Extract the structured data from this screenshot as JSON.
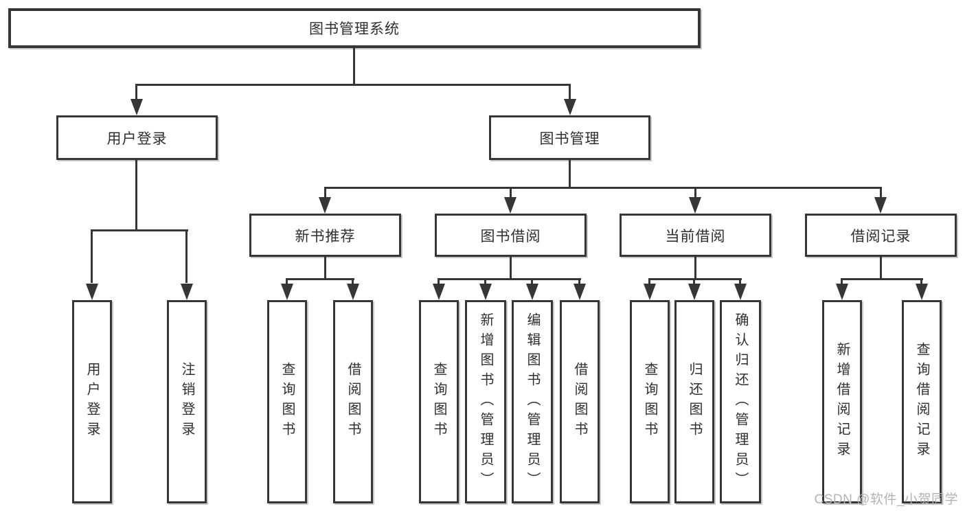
{
  "tree": {
    "root": {
      "label": "图书管理系统"
    },
    "user_login": {
      "label": "用户登录",
      "children": [
        {
          "label": "用户登录"
        },
        {
          "label": "注销登录"
        }
      ]
    },
    "book_mgmt": {
      "label": "图书管理",
      "sections": {
        "new_books": {
          "label": "新书推荐",
          "children": [
            {
              "label": "查询图书"
            },
            {
              "label": "借阅图书"
            }
          ]
        },
        "book_borrow": {
          "label": "图书借阅",
          "children": [
            {
              "label": "查询图书"
            },
            {
              "label": "新增图书（管理员）"
            },
            {
              "label": "编辑图书（管理员）"
            },
            {
              "label": "借阅图书"
            }
          ]
        },
        "current_borrow": {
          "label": "当前借阅",
          "children": [
            {
              "label": "查询图书"
            },
            {
              "label": "归还图书"
            },
            {
              "label": "确认归还（管理员）"
            }
          ]
        },
        "borrow_records": {
          "label": "借阅记录",
          "children": [
            {
              "label": "新增借阅记录"
            },
            {
              "label": "查询借阅记录"
            }
          ]
        }
      }
    }
  },
  "watermark": "CSDN @软件_小贺同学",
  "colors": {
    "line": "#363636",
    "text": "#2f2f2f",
    "watermark": "#b3b3b3",
    "background": "#ffffff"
  }
}
